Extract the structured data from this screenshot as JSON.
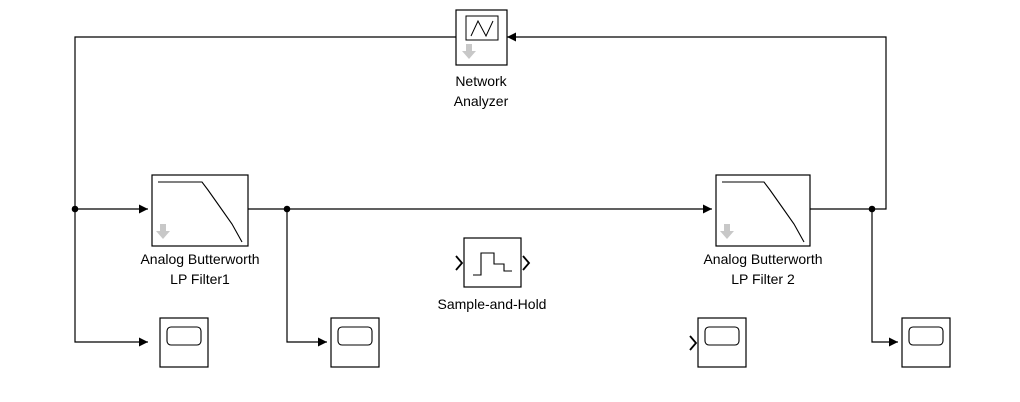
{
  "diagram": {
    "blocks": {
      "network_analyzer": {
        "label_line1": "Network",
        "label_line2": "Analyzer"
      },
      "filter1": {
        "label_line1": "Analog Butterworth",
        "label_line2": "LP Filter1"
      },
      "filter2": {
        "label_line1": "Analog Butterworth",
        "label_line2": "LP Filter 2"
      },
      "sample_and_hold": {
        "label": "Sample-and-Hold"
      },
      "scope1": {
        "icon": "scope-icon"
      },
      "scope2": {
        "icon": "scope-icon"
      },
      "scope3": {
        "icon": "scope-icon"
      },
      "scope4": {
        "icon": "scope-icon"
      }
    },
    "colors": {
      "line": "#000000",
      "block_border": "#000000",
      "block_fill": "#ffffff",
      "arrow_icon": "#c8c8c8"
    }
  }
}
